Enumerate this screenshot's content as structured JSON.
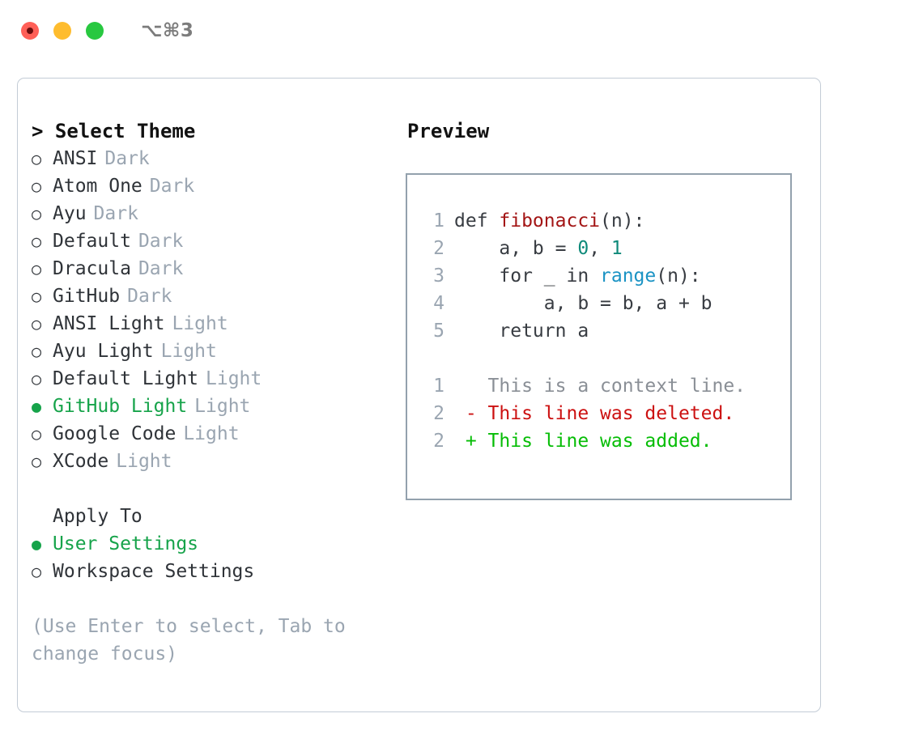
{
  "titlebar": {
    "shortcut": "⌥⌘3",
    "lights": [
      {
        "name": "close",
        "color": "#ff5f57"
      },
      {
        "name": "minimize",
        "color": "#febc2e"
      },
      {
        "name": "maximize",
        "color": "#28c840"
      }
    ]
  },
  "theme_picker": {
    "prompt": ">",
    "title": "Select Theme",
    "bullet_unselected": "○",
    "bullet_selected": "●",
    "items": [
      {
        "label": "ANSI",
        "kind": "Dark",
        "selected": false
      },
      {
        "label": "Atom One",
        "kind": "Dark",
        "selected": false
      },
      {
        "label": "Ayu",
        "kind": "Dark",
        "selected": false
      },
      {
        "label": "Default",
        "kind": "Dark",
        "selected": false
      },
      {
        "label": "Dracula",
        "kind": "Dark",
        "selected": false
      },
      {
        "label": "GitHub",
        "kind": "Dark",
        "selected": false
      },
      {
        "label": "ANSI Light",
        "kind": "Light",
        "selected": false
      },
      {
        "label": "Ayu Light",
        "kind": "Light",
        "selected": false
      },
      {
        "label": "Default Light",
        "kind": "Light",
        "selected": false
      },
      {
        "label": "GitHub Light",
        "kind": "Light",
        "selected": true
      },
      {
        "label": "Google Code",
        "kind": "Light",
        "selected": false
      },
      {
        "label": "XCode",
        "kind": "Light",
        "selected": false
      }
    ]
  },
  "apply_to": {
    "title": "Apply To",
    "options": [
      {
        "label": "User Settings",
        "selected": true
      },
      {
        "label": "Workspace Settings",
        "selected": false
      }
    ]
  },
  "hint": "(Use Enter to select, Tab to change focus)",
  "preview": {
    "title": "Preview",
    "code_lines": [
      {
        "no": "1",
        "tokens": [
          {
            "t": "def ",
            "c": "code-text"
          },
          {
            "t": "fibonacci",
            "c": "tok-fn"
          },
          {
            "t": "(n):",
            "c": "code-text"
          }
        ]
      },
      {
        "no": "2",
        "tokens": [
          {
            "t": "    a, b = ",
            "c": "code-text"
          },
          {
            "t": "0",
            "c": "tok-num"
          },
          {
            "t": ", ",
            "c": "code-text"
          },
          {
            "t": "1",
            "c": "tok-num"
          }
        ]
      },
      {
        "no": "3",
        "tokens": [
          {
            "t": "    for _ in ",
            "c": "code-text"
          },
          {
            "t": "range",
            "c": "tok-call"
          },
          {
            "t": "(n):",
            "c": "code-text"
          }
        ]
      },
      {
        "no": "4",
        "tokens": [
          {
            "t": "        a, b = b, a + b",
            "c": "code-text"
          }
        ]
      },
      {
        "no": "5",
        "tokens": [
          {
            "t": "    return a",
            "c": "code-text"
          }
        ]
      }
    ],
    "diff_lines": [
      {
        "no": "1",
        "marker": " ",
        "text": "This is a context line.",
        "cls": "diff-ctx"
      },
      {
        "no": "2",
        "marker": "-",
        "text": "This line was deleted.",
        "cls": "diff-del"
      },
      {
        "no": "2",
        "marker": "+",
        "text": "This line was added.",
        "cls": "diff-add"
      }
    ]
  },
  "colors": {
    "accent_green": "#16a34a",
    "diff_add": "#06bd06",
    "diff_del": "#cc1111",
    "fn_red": "#a31515",
    "num_teal": "#0f8a7a",
    "call_blue": "#1b93c4",
    "muted": "#9aa5b1",
    "panel_border": "#c3ccd6",
    "preview_border": "#93a1ad"
  }
}
